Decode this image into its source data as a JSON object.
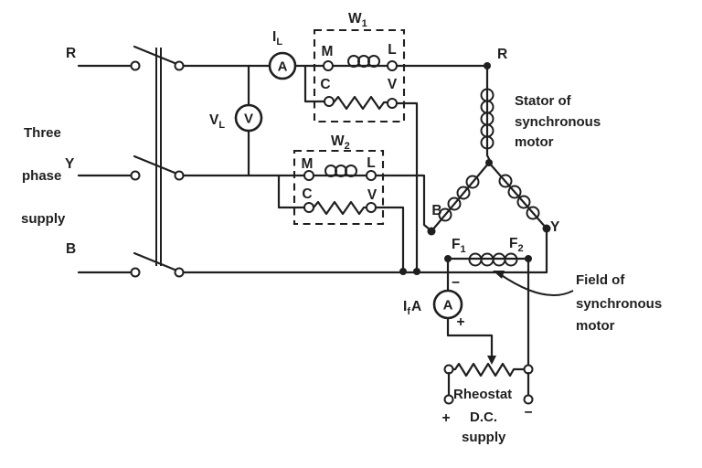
{
  "colors": {
    "ink": "#1f1f1f",
    "paper": "#ffffff"
  },
  "supply": {
    "phase_r": "R",
    "phase_y": "Y",
    "phase_b": "B",
    "caption_line1": "Three",
    "caption_line2": "phase",
    "caption_line3": "supply"
  },
  "meters": {
    "line_ammeter": {
      "name": "I",
      "name_sub": "L",
      "dial": "A"
    },
    "line_voltmeter": {
      "name": "V",
      "name_sub": "L",
      "dial": "V"
    },
    "field_ammeter": {
      "name": "I",
      "name_sub": "f",
      "name_suffix": "A",
      "dial": "A",
      "polarity_top": "−",
      "polarity_bottom": "+"
    }
  },
  "wattmeter1": {
    "name": "W",
    "name_sub": "1",
    "terminal_m": "M",
    "terminal_l": "L",
    "terminal_c": "C",
    "terminal_v": "V"
  },
  "wattmeter2": {
    "name": "W",
    "name_sub": "2",
    "terminal_m": "M",
    "terminal_l": "L",
    "terminal_c": "C",
    "terminal_v": "V"
  },
  "stator": {
    "terminal_r": "R",
    "terminal_b": "B",
    "terminal_y": "Y",
    "caption_line1": "Stator of",
    "caption_line2": "synchronous",
    "caption_line3": "motor"
  },
  "field_winding": {
    "f1": "F",
    "f1_sub": "1",
    "f2": "F",
    "f2_sub": "2",
    "caption_line1": "Field of",
    "caption_line2": "synchronous",
    "caption_line3": "motor"
  },
  "dc_source": {
    "rheostat": "Rheostat",
    "caption_line1": "D.C.",
    "caption_line2": "supply",
    "terminal_plus": "+",
    "terminal_minus": "−"
  }
}
